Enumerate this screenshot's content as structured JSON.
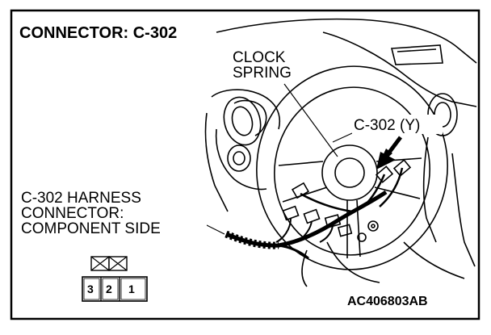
{
  "diagram": {
    "title": "CONNECTOR: C-302",
    "clock_spring_line1": "CLOCK",
    "clock_spring_line2": "SPRING",
    "connector_tag": "C-302 (Y)",
    "harness_line1": "C-302 HARNESS",
    "harness_line2": "CONNECTOR:",
    "harness_line3": "COMPONENT SIDE",
    "pin_numbers": [
      "3",
      "2",
      "1"
    ],
    "figure_code": "AC406803AB"
  }
}
